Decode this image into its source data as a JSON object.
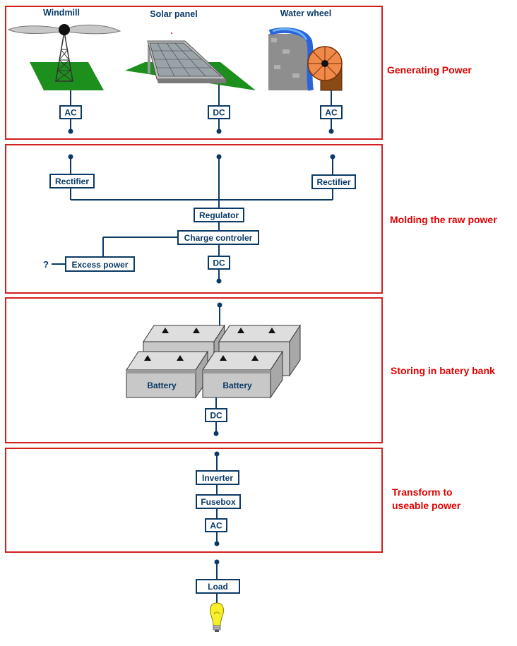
{
  "sources": {
    "windmill": "Windmill",
    "solar": "Solar panel",
    "waterwheel": "Water wheel"
  },
  "stages": {
    "generating": "Generating Power",
    "molding": "Molding the raw power",
    "storing": "Storing in batery bank",
    "transform_line1": "Transform to",
    "transform_line2": "useable power"
  },
  "labels": {
    "ac_windmill": "AC",
    "dc_solar": "DC",
    "ac_waterwheel": "AC",
    "rectifier_left": "Rectifier",
    "rectifier_right": "Rectifier",
    "regulator": "Regulator",
    "charge_controller": "Charge controler",
    "excess_power": "Excess power",
    "question": "?",
    "dc_molding": "DC",
    "battery": "Battery",
    "dc_storage": "DC",
    "inverter": "Inverter",
    "fusebox": "Fusebox",
    "ac_output": "AC",
    "load": "Load"
  },
  "colors": {
    "stage_border": "#d41f1f",
    "stage_text": "#e00000",
    "wire": "#0b3a66",
    "grass": "#1d8f1d",
    "battery_body": "#c8c8c8"
  },
  "icons": [
    "windmill-icon",
    "solar-panel-icon",
    "water-wheel-icon",
    "battery-icon",
    "light-bulb-icon"
  ]
}
